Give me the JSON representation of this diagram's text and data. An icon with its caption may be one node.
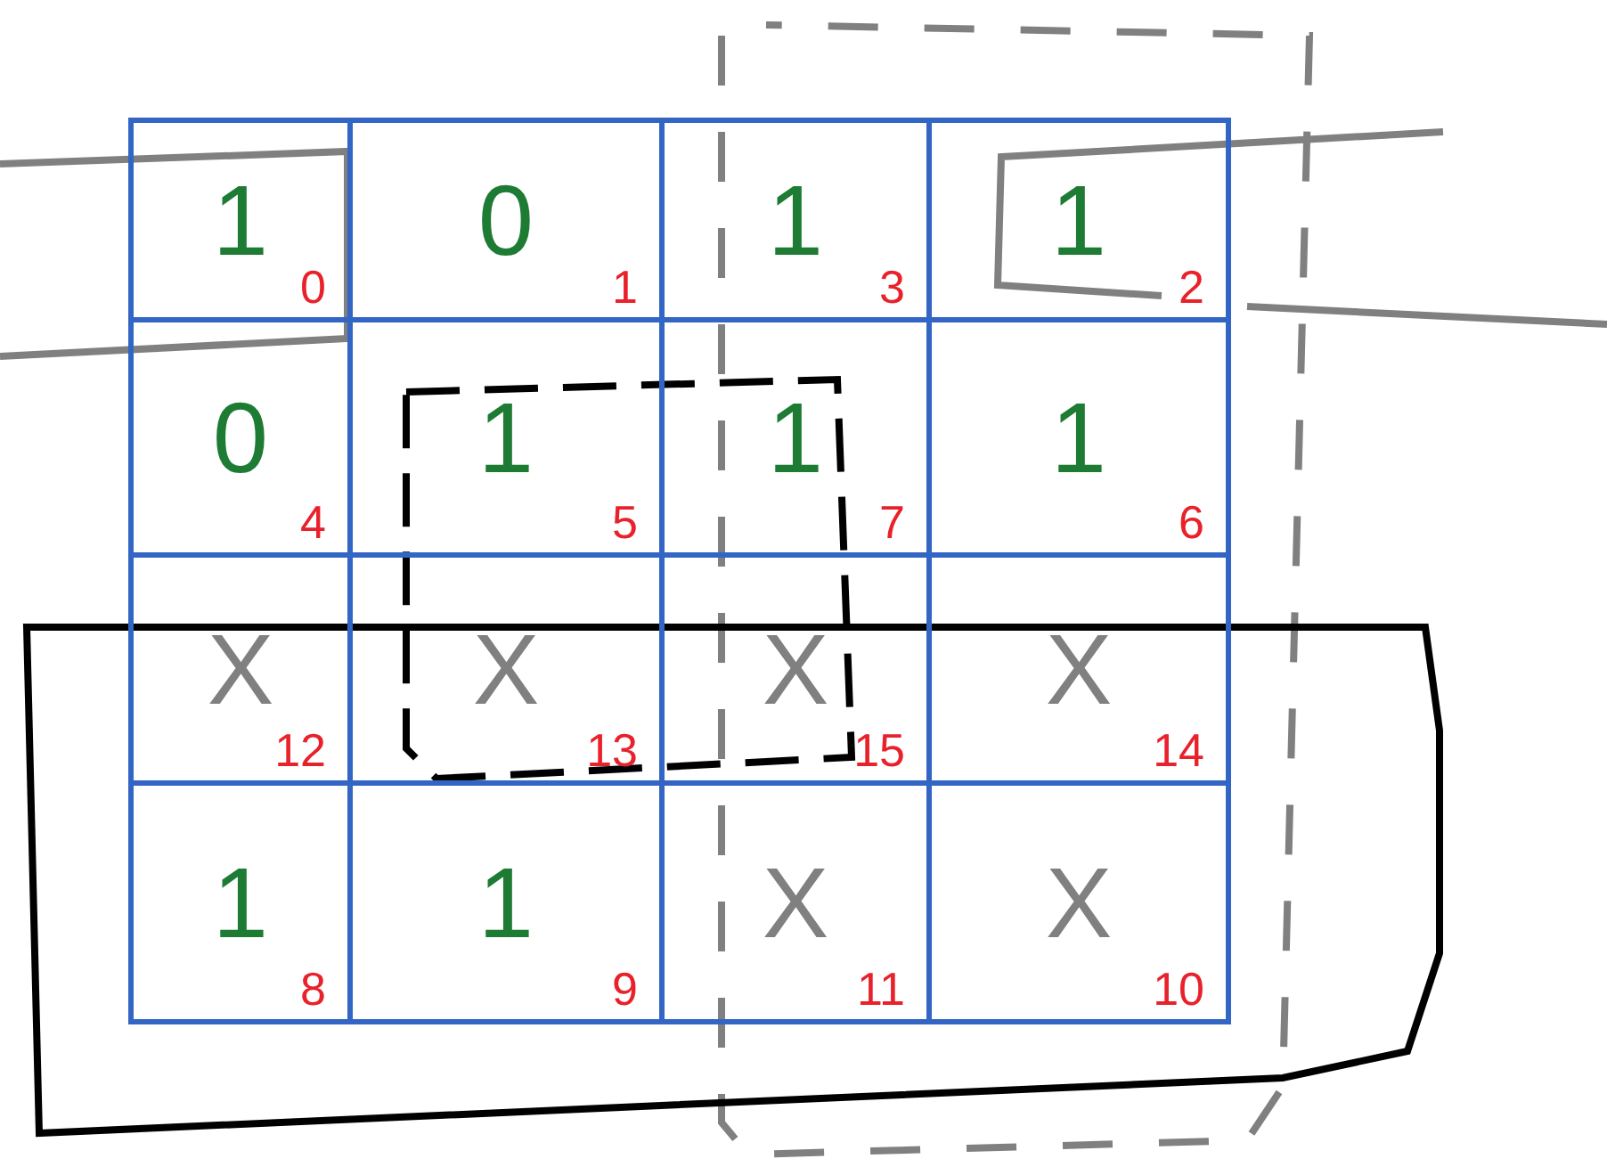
{
  "diagram": {
    "nodes": [
      {
        "text": [
          "1",
          "0"
        ]
      },
      {
        "text": [
          "0",
          "1"
        ]
      },
      {
        "text": [
          "1",
          "3"
        ]
      },
      {
        "text": [
          "1",
          "2"
        ]
      },
      {
        "text": [
          "0",
          "4"
        ]
      },
      {
        "text": [
          "1",
          "5"
        ]
      },
      {
        "text": [
          "1",
          "7"
        ]
      },
      {
        "text": [
          "1",
          "6"
        ]
      },
      {
        "text": [
          "X",
          "12"
        ]
      },
      {
        "text": [
          "X",
          "13"
        ]
      },
      {
        "text": [
          "X",
          "15"
        ]
      },
      {
        "text": [
          "X",
          "14"
        ]
      },
      {
        "text": [
          "1",
          "8"
        ]
      },
      {
        "text": [
          "1",
          "9"
        ]
      },
      {
        "text": [
          "X",
          "11"
        ]
      },
      {
        "text": [
          "X",
          "10"
        ]
      }
    ]
  }
}
